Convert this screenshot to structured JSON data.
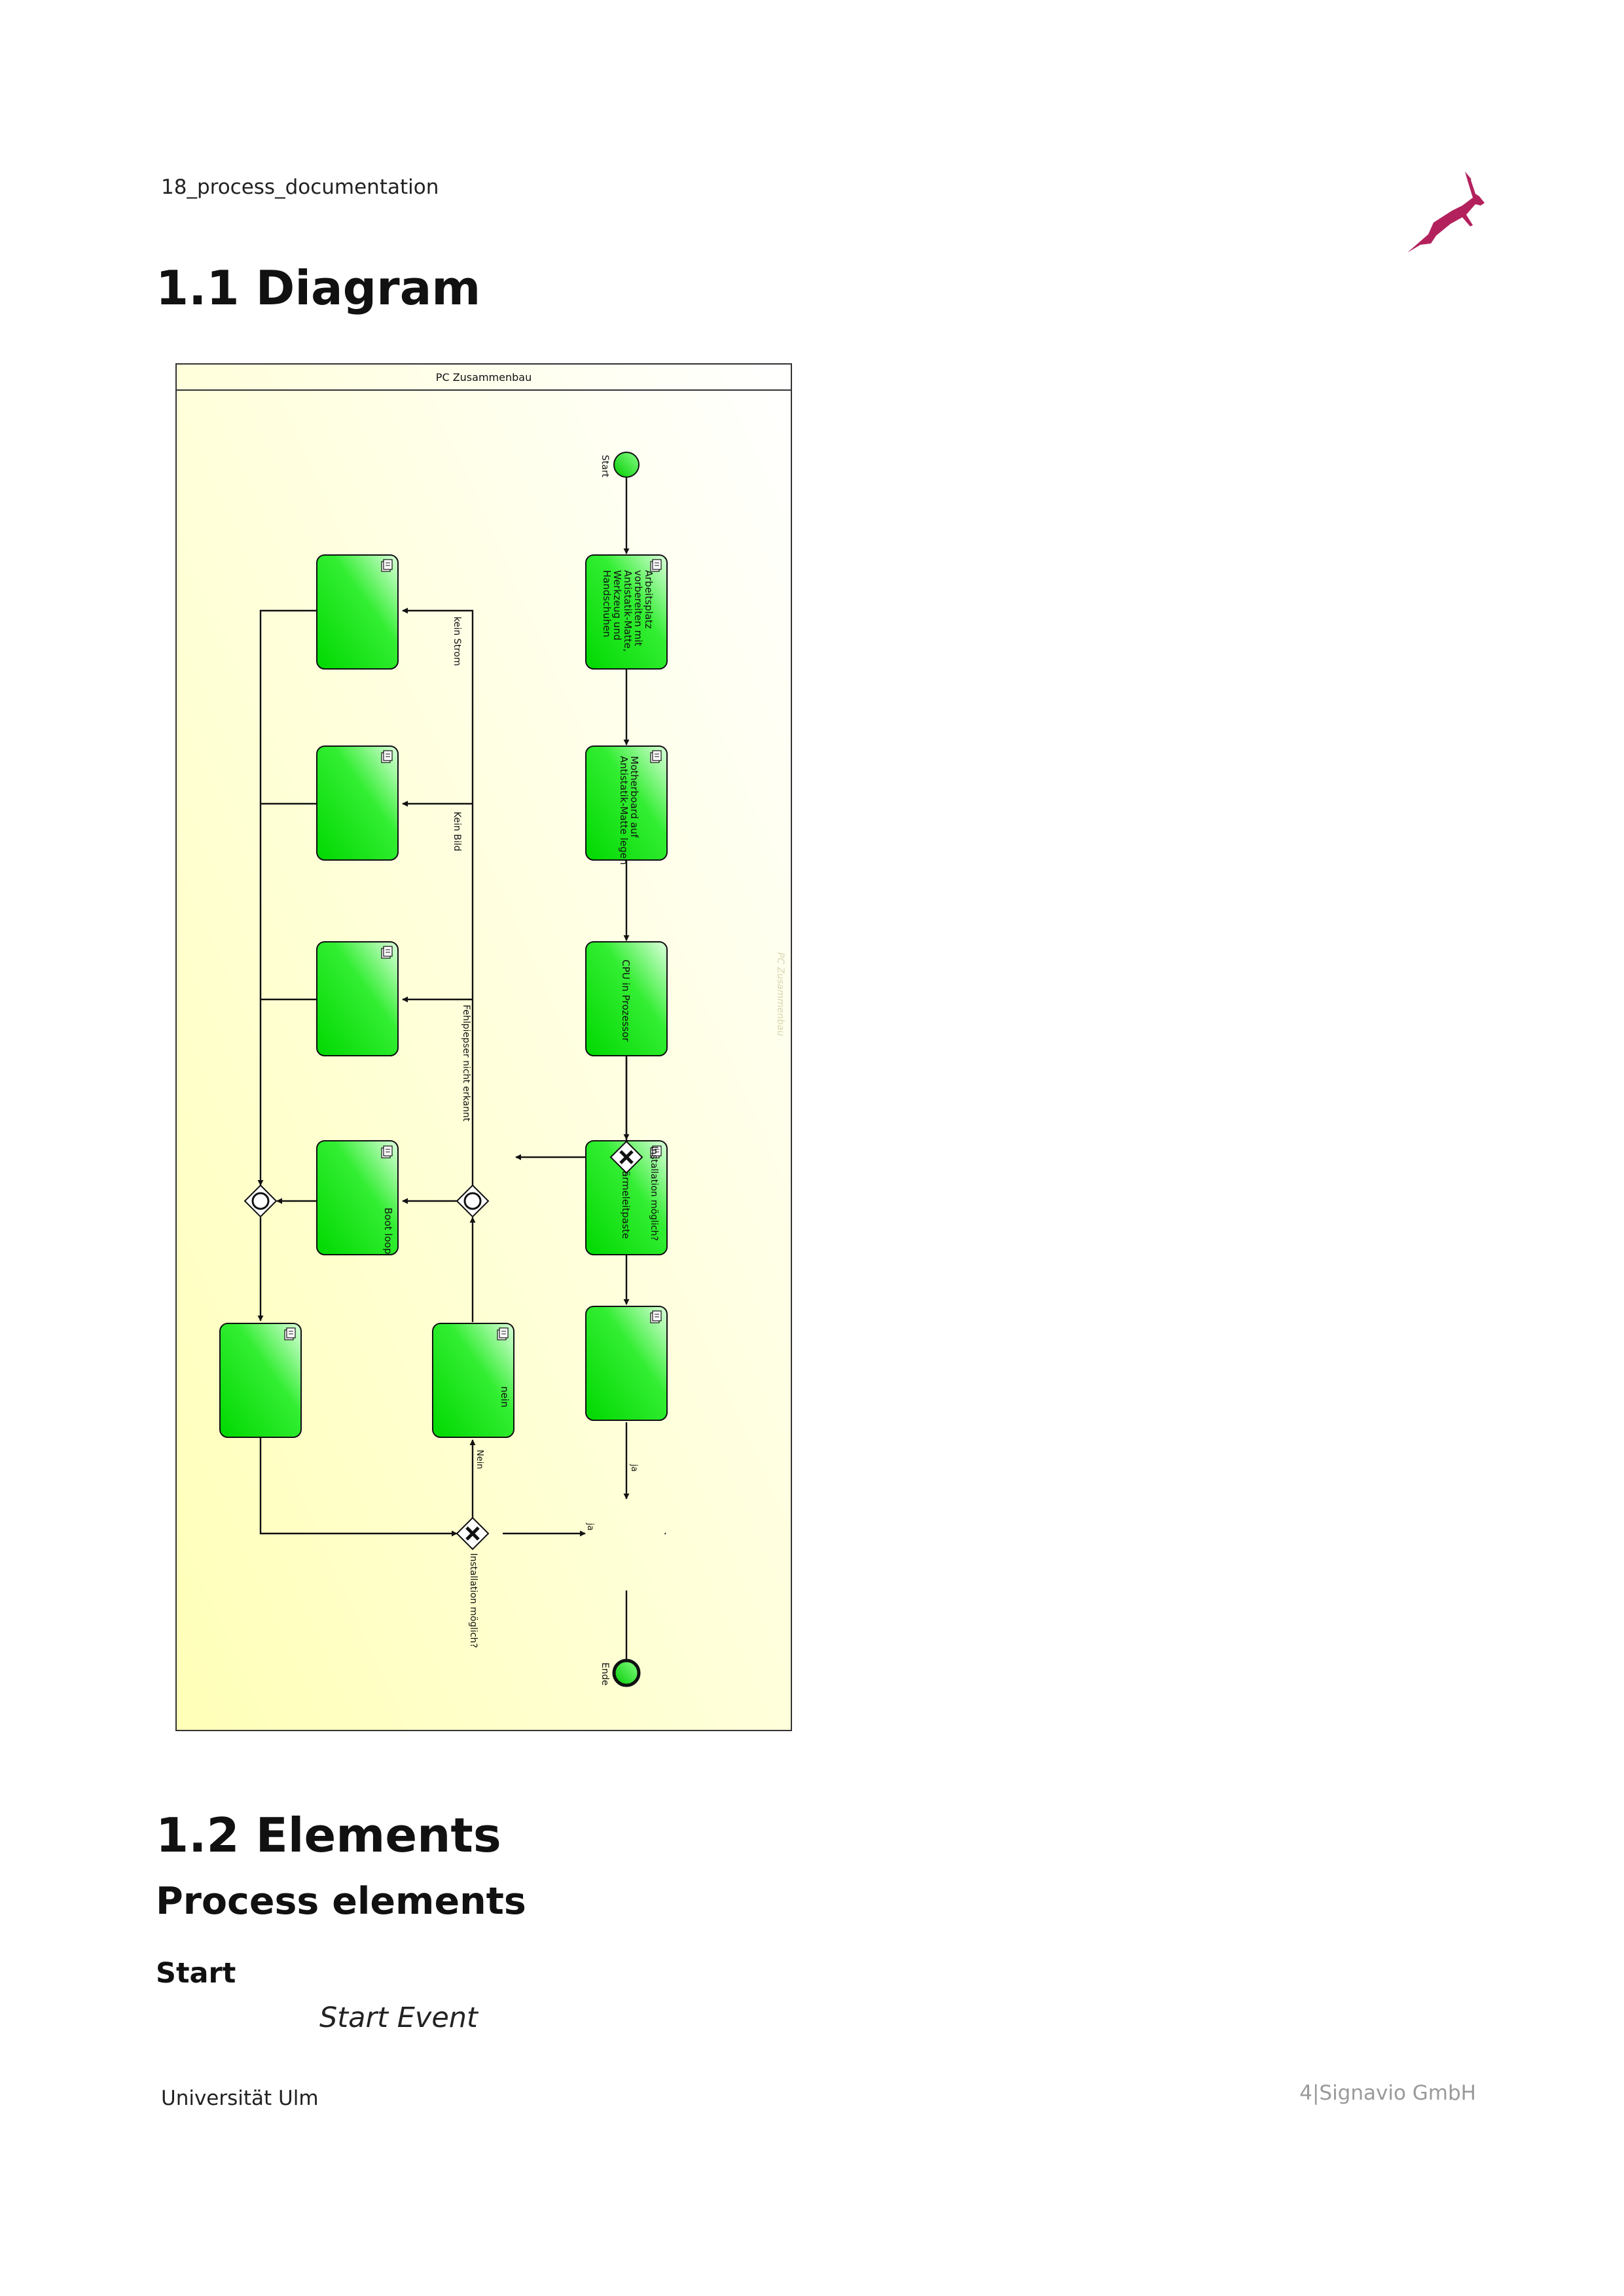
{
  "header": {
    "doc_label": "18_process_documentation"
  },
  "section_diagram": {
    "title": "1.1 Diagram"
  },
  "diagram": {
    "pool_title": "PC Zusammenbau",
    "lane_label": "PC Zusammenbau",
    "events": {
      "start": "Start",
      "end": "Ende"
    },
    "tasks": {
      "t1": [
        "Arbeitsplatz",
        "vorbereiten mit",
        "Antistatik-Matte,",
        "Werkzeug und",
        "Handschuhen"
      ],
      "t2": [
        "Motherboard auf",
        "Antistatik-Matte legen"
      ],
      "t3": "CPU in Prozessor",
      "t4": "Wärmeleitpaste",
      "t5": "",
      "t6": "Boot loop",
      "t7": "",
      "t8": "",
      "t9": "",
      "t10": "nein",
      "t11": ""
    },
    "flow_labels": {
      "kein_strom": "kein Strom",
      "kein_bild": "Kein Bild",
      "fehlpiepser": "Fehlpiepser nicht erkannt",
      "installation1": "Installation möglich?",
      "installation2": "Installation möglich?",
      "ja1": "ja",
      "ja2": "ja",
      "nein": "Nein"
    }
  },
  "section_elements": {
    "title": "1.2 Elements",
    "subtitle": "Process elements"
  },
  "element_start": {
    "name": "Start",
    "type": "Start Event"
  },
  "footer": {
    "left": "Universität Ulm",
    "right": "4|Signavio GmbH"
  },
  "colors": {
    "accent": "#b3215d",
    "task_fill": "#00ee00",
    "pool_bg": "#ffffd0"
  }
}
